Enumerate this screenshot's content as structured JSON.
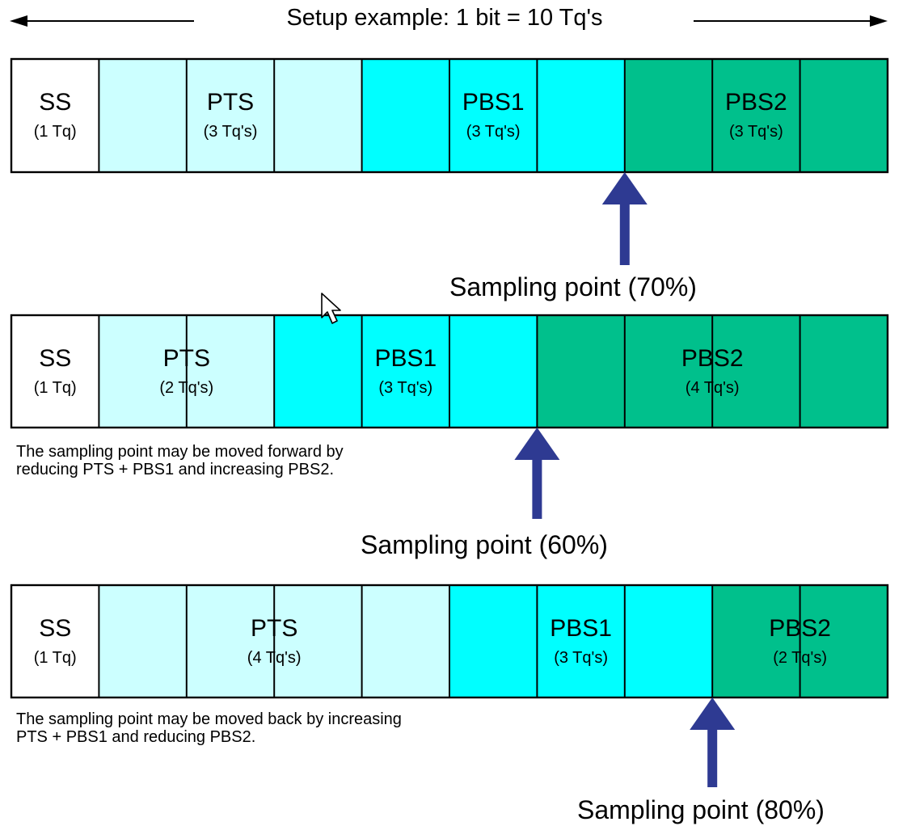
{
  "header": {
    "title": "Setup example: 1 bit = 10 Tq's"
  },
  "colors": {
    "ss": "#ffffff",
    "pts": "#ccffff",
    "pbs1": "#00ffff",
    "pbs2": "#00c08c",
    "border": "#000000",
    "arrow": "#2e3a92"
  },
  "icons": {
    "cursor": "mouse-pointer-icon",
    "header_left_arrow": "arrow-left-icon",
    "header_right_arrow": "arrow-right-icon",
    "sampling_arrow": "arrow-up-icon"
  },
  "rows": [
    {
      "segments": [
        {
          "name": "SS",
          "sub": "(1 Tq)",
          "tq": 1,
          "kind": "ss"
        },
        {
          "name": "PTS",
          "sub": "(3 Tq's)",
          "tq": 3,
          "kind": "pts"
        },
        {
          "name": "PBS1",
          "sub": "(3 Tq's)",
          "tq": 3,
          "kind": "pbs1"
        },
        {
          "name": "PBS2",
          "sub": "(3 Tq's)",
          "tq": 3,
          "kind": "pbs2"
        }
      ],
      "sampling_point_percent": 70,
      "sampling_label": "Sampling point (70%)",
      "note": ""
    },
    {
      "segments": [
        {
          "name": "SS",
          "sub": "(1 Tq)",
          "tq": 1,
          "kind": "ss"
        },
        {
          "name": "PTS",
          "sub": "(2 Tq's)",
          "tq": 2,
          "kind": "pts"
        },
        {
          "name": "PBS1",
          "sub": "(3 Tq's)",
          "tq": 3,
          "kind": "pbs1"
        },
        {
          "name": "PBS2",
          "sub": "(4 Tq's)",
          "tq": 4,
          "kind": "pbs2"
        }
      ],
      "sampling_point_percent": 60,
      "sampling_label": "Sampling point (60%)",
      "note": "The sampling point may be moved forward by\nreducing PTS + PBS1 and increasing PBS2."
    },
    {
      "segments": [
        {
          "name": "SS",
          "sub": "(1 Tq)",
          "tq": 1,
          "kind": "ss"
        },
        {
          "name": "PTS",
          "sub": "(4 Tq's)",
          "tq": 4,
          "kind": "pts"
        },
        {
          "name": "PBS1",
          "sub": "(3 Tq's)",
          "tq": 3,
          "kind": "pbs1"
        },
        {
          "name": "PBS2",
          "sub": "(2 Tq's)",
          "tq": 2,
          "kind": "pbs2"
        }
      ],
      "sampling_point_percent": 80,
      "sampling_label": "Sampling point (80%)",
      "note": "The sampling point may be moved back by increasing\nPTS + PBS1 and reducing PBS2."
    }
  ]
}
